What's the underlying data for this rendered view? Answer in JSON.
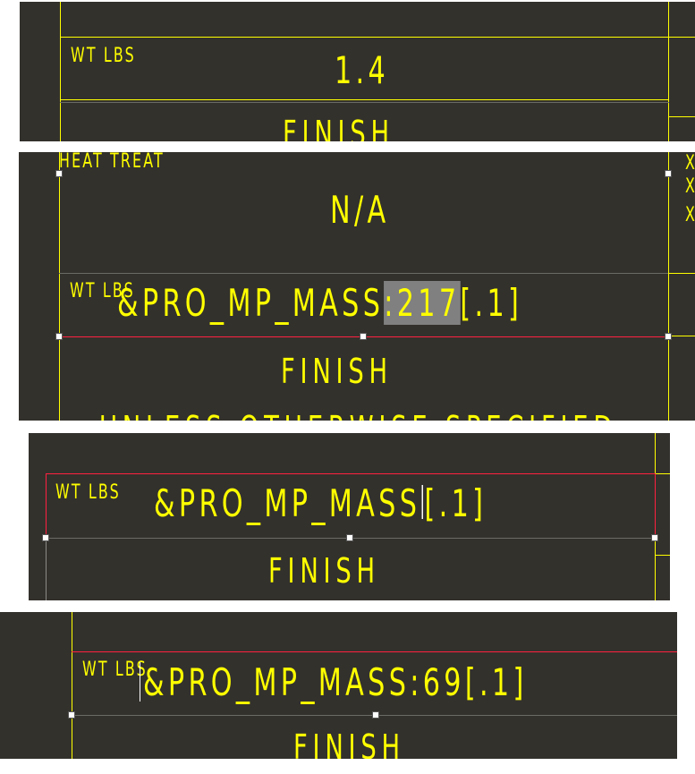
{
  "panel1": {
    "wt_label": "WT LBS",
    "wt_value": "1.4",
    "finish_label": "FINISH"
  },
  "panel2": {
    "heat_treat_label": "HEAT TREAT",
    "heat_treat_value": "N/A",
    "wt_label": "WT LBS",
    "param_prefix": "&PRO_MP_MASS",
    "param_selected": ":217",
    "param_suffix": "[.1]",
    "finish_label": "FINISH",
    "note_partial": "UNLESS OTHERWISE SPECIFIED",
    "edge_chars": [
      "X",
      "X",
      "X"
    ]
  },
  "panel3": {
    "wt_label": "WT LBS",
    "param_prefix": "&PRO_MP_MASS",
    "param_suffix": "[.1]",
    "finish_label": "FINISH"
  },
  "panel4": {
    "wt_label": "WT LBS",
    "param_text": "&PRO_MP_MASS:69[.1]",
    "finish_label": "FINISH"
  },
  "colors": {
    "background": "#33312c",
    "drawing": "#ffff00",
    "selection": "#ff2040",
    "highlight": "#808080"
  }
}
